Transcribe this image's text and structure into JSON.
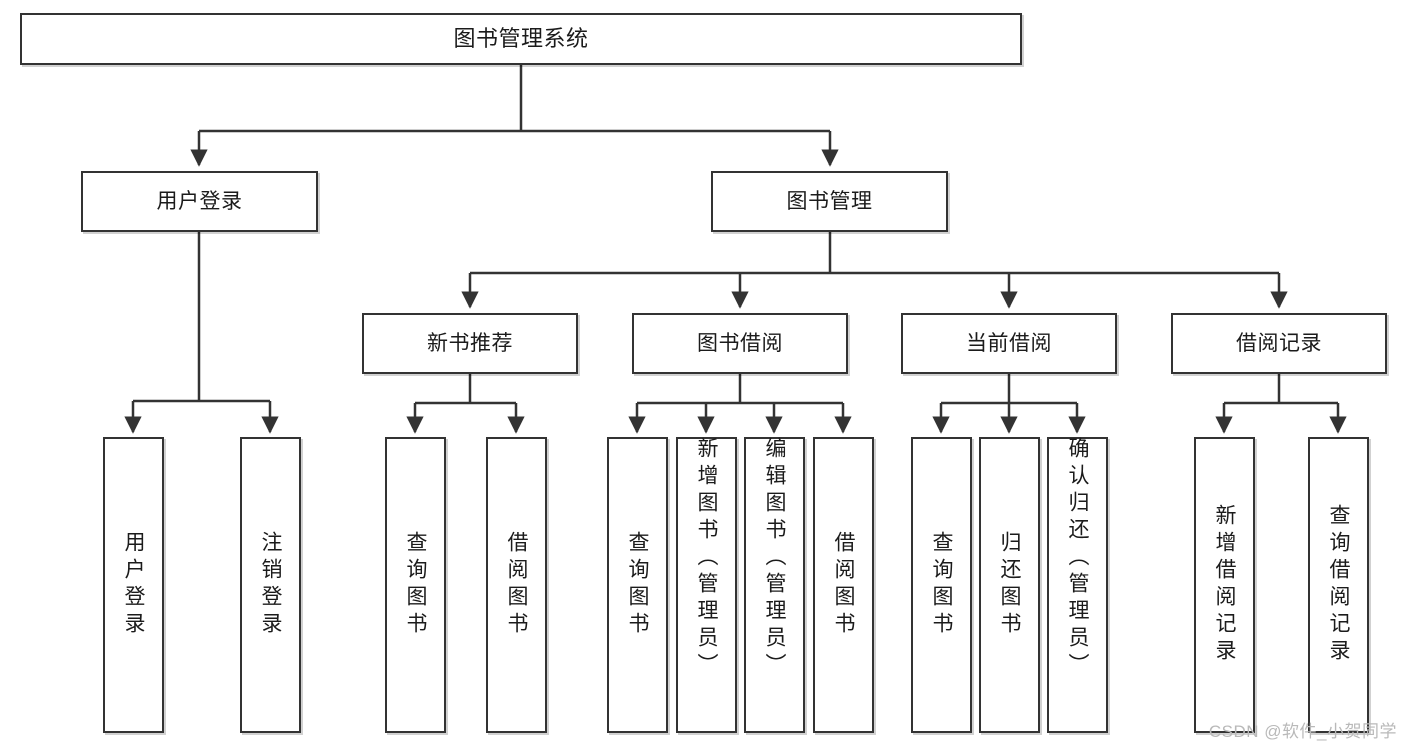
{
  "diagram": {
    "type": "tree-hierarchy",
    "title": "图书管理系统",
    "watermark": "CSDN @软件_小贺同学",
    "colors": {
      "stroke": "#333333",
      "fill": "#ffffff",
      "text": "#1b1b1b",
      "watermark": "#b9b9b9"
    },
    "levels": {
      "root": {
        "label": "图书管理系统"
      },
      "level2": [
        {
          "id": "user-login",
          "label": "用户登录"
        },
        {
          "id": "book-manage",
          "label": "图书管理"
        }
      ],
      "level3": [
        {
          "id": "new-book-recommend",
          "label": "新书推荐"
        },
        {
          "id": "book-borrow",
          "label": "图书借阅"
        },
        {
          "id": "current-borrow",
          "label": "当前借阅"
        },
        {
          "id": "borrow-record",
          "label": "借阅记录"
        }
      ],
      "leaves": [
        {
          "id": "leaf-user-login",
          "label": "用户登录",
          "parent": "user-login",
          "align": "center"
        },
        {
          "id": "leaf-logout-login",
          "label": "注销登录",
          "parent": "user-login",
          "align": "center"
        },
        {
          "id": "leaf-query-book-1",
          "label": "查询图书",
          "parent": "new-book-recommend",
          "align": "center"
        },
        {
          "id": "leaf-borrow-book-1",
          "label": "借阅图书",
          "parent": "new-book-recommend",
          "align": "center"
        },
        {
          "id": "leaf-query-book-2",
          "label": "查询图书",
          "parent": "book-borrow",
          "align": "center"
        },
        {
          "id": "leaf-add-book",
          "label": "新增图书（管理员）",
          "parent": "book-borrow",
          "align": "top"
        },
        {
          "id": "leaf-edit-book",
          "label": "编辑图书（管理员）",
          "parent": "book-borrow",
          "align": "top"
        },
        {
          "id": "leaf-borrow-book-2",
          "label": "借阅图书",
          "parent": "book-borrow",
          "align": "center"
        },
        {
          "id": "leaf-query-book-3",
          "label": "查询图书",
          "parent": "current-borrow",
          "align": "center"
        },
        {
          "id": "leaf-return-book",
          "label": "归还图书",
          "parent": "current-borrow",
          "align": "center"
        },
        {
          "id": "leaf-confirm-return",
          "label": "确认归还（管理员）",
          "parent": "current-borrow",
          "align": "top"
        },
        {
          "id": "leaf-add-borrow-record",
          "label": "新增借阅记录",
          "parent": "borrow-record",
          "align": "center"
        },
        {
          "id": "leaf-query-borrow-record",
          "label": "查询借阅记录",
          "parent": "borrow-record",
          "align": "center"
        }
      ]
    }
  }
}
